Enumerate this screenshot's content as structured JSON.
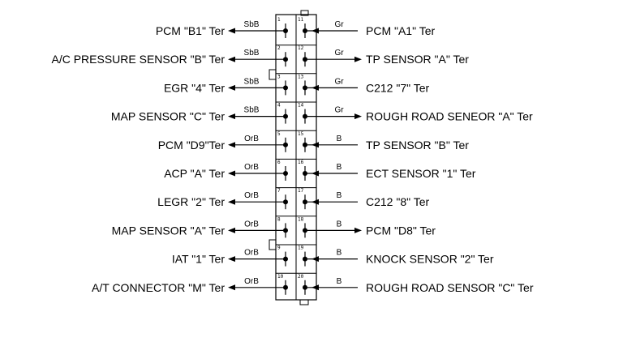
{
  "left_rows": [
    {
      "label": "PCM \"B1\" Ter",
      "wire": "SbB",
      "pin": "1"
    },
    {
      "label": "A/C PRESSURE SENSOR \"B\" Ter",
      "wire": "SbB",
      "pin": "2"
    },
    {
      "label": "EGR \"4\" Ter",
      "wire": "SbB",
      "pin": "3"
    },
    {
      "label": "MAP SENSOR \"C\" Ter",
      "wire": "SbB",
      "pin": "4"
    },
    {
      "label": "PCM \"D9\"Ter",
      "wire": "OrB",
      "pin": "5"
    },
    {
      "label": "ACP \"A\" Ter",
      "wire": "OrB",
      "pin": "6"
    },
    {
      "label": "LEGR \"2\" Ter",
      "wire": "OrB",
      "pin": "7"
    },
    {
      "label": "MAP SENSOR \"A\" Ter",
      "wire": "OrB",
      "pin": "8"
    },
    {
      "label": "IAT \"1\" Ter",
      "wire": "OrB",
      "pin": "9"
    },
    {
      "label": "A/T CONNECTOR \"M\" Ter",
      "wire": "OrB",
      "pin": "10"
    }
  ],
  "right_rows": [
    {
      "label": "PCM \"A1\" Ter",
      "wire": "Gr",
      "pin": "11",
      "dir": "in"
    },
    {
      "label": "TP SENSOR \"A\" Ter",
      "wire": "Gr",
      "pin": "12",
      "dir": "out"
    },
    {
      "label": "C212 \"7\" Ter",
      "wire": "Gr",
      "pin": "13",
      "dir": "in"
    },
    {
      "label": "ROUGH ROAD SENEOR \"A\" Ter",
      "wire": "Gr",
      "pin": "14",
      "dir": "out"
    },
    {
      "label": "TP SENSOR \"B\" Ter",
      "wire": "B",
      "pin": "15",
      "dir": "in"
    },
    {
      "label": "ECT SENSOR \"1\" Ter",
      "wire": "B",
      "pin": "16",
      "dir": "in"
    },
    {
      "label": "C212 \"8\" Ter",
      "wire": "B",
      "pin": "17",
      "dir": "in"
    },
    {
      "label": "PCM \"D8\" Ter",
      "wire": "B",
      "pin": "18",
      "dir": "out"
    },
    {
      "label": "KNOCK SENSOR \"2\" Ter",
      "wire": "B",
      "pin": "19",
      "dir": "in"
    },
    {
      "label": "ROUGH ROAD SENSOR \"C\" Ter",
      "wire": "B",
      "pin": "20",
      "dir": "in"
    }
  ]
}
